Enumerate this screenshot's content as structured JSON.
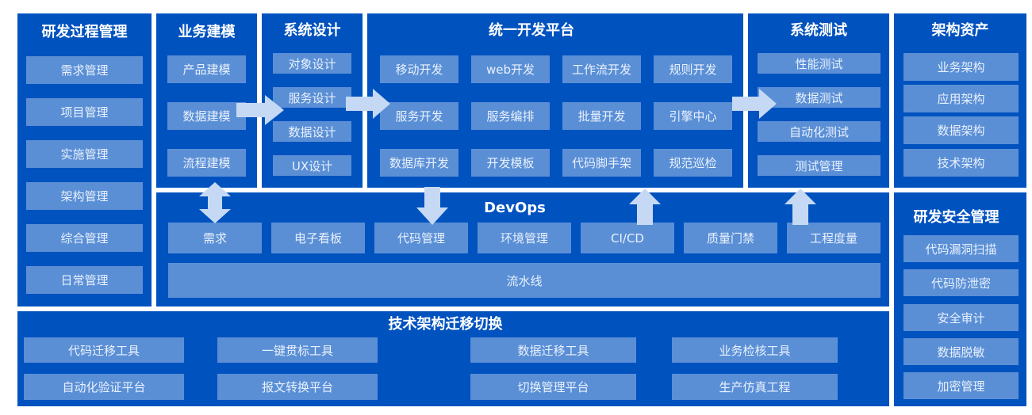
{
  "colors": {
    "panel": "#0052bf",
    "box": "#5a8fd6",
    "arrow": "#c5d9f5",
    "text": "#ffffff"
  },
  "rd_process": {
    "title": "研发过程管理",
    "items": [
      "需求管理",
      "项目管理",
      "实施管理",
      "架构管理",
      "综合管理",
      "日常管理"
    ]
  },
  "business_modeling": {
    "title": "业务建模",
    "items": [
      "产品建模",
      "数据建模",
      "流程建模"
    ]
  },
  "system_design": {
    "title": "系统设计",
    "items": [
      "对象设计",
      "服务设计",
      "数据设计",
      "UX设计"
    ]
  },
  "dev_platform": {
    "title": "统一开发平台",
    "items": [
      "移动开发",
      "web开发",
      "工作流开发",
      "规则开发",
      "服务开发",
      "服务编排",
      "批量开发",
      "引擎中心",
      "数据库开发",
      "开发模板",
      "代码脚手架",
      "规范巡检"
    ]
  },
  "system_test": {
    "title": "系统测试",
    "items": [
      "性能测试",
      "数据测试",
      "自动化测试",
      "测试管理"
    ]
  },
  "arch_assets": {
    "title": "架构资产",
    "items": [
      "业务架构",
      "应用架构",
      "数据架构",
      "技术架构"
    ]
  },
  "devops": {
    "title": "DevOps",
    "items": [
      "需求",
      "电子看板",
      "代码管理",
      "环境管理",
      "CI/CD",
      "质量门禁",
      "工程度量"
    ],
    "pipeline": "流水线"
  },
  "security": {
    "title": "研发安全管理",
    "items": [
      "代码漏洞扫描",
      "代码防泄密",
      "安全审计",
      "数据脱敏",
      "加密管理"
    ]
  },
  "migration": {
    "title": "技术架构迁移切换",
    "items": [
      "代码迁移工具",
      "一键贯标工具",
      "数据迁移工具",
      "业务检核工具",
      "自动化验证平台",
      "报文转换平台",
      "切换管理平台",
      "生产仿真工程"
    ]
  }
}
